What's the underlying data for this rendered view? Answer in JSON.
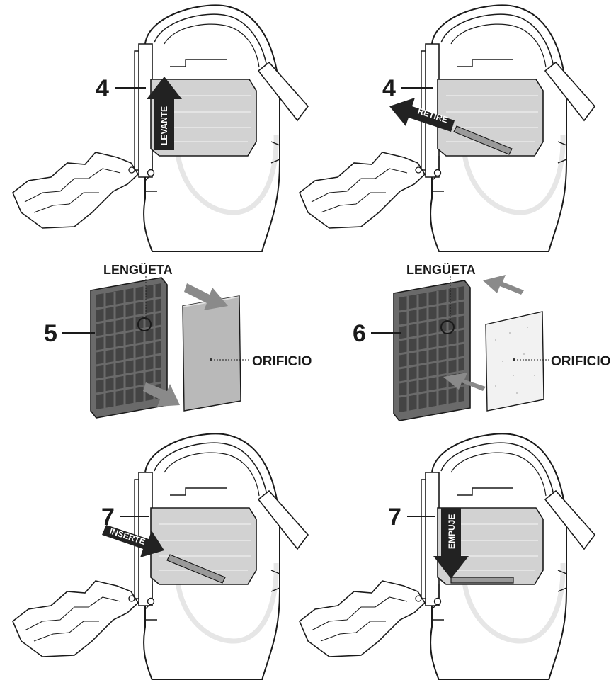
{
  "panels": [
    {
      "step": "4",
      "action": "LEVANTE",
      "arrow": "up"
    },
    {
      "step": "4",
      "action": "RETIRE",
      "arrow": "out"
    },
    {
      "step": "7",
      "action": "INSERTE",
      "arrow": "in"
    },
    {
      "step": "7",
      "action": "EMPUJE",
      "arrow": "down"
    }
  ],
  "filters": [
    {
      "step": "5",
      "tab_label": "LENGÜETA",
      "hole_label": "ORIFICIO"
    },
    {
      "step": "6",
      "tab_label": "LENGÜETA",
      "hole_label": "ORIFICIO"
    }
  ],
  "colors": {
    "line": "#1a1a1a",
    "arrow": "#222222",
    "gray_arrow": "#8a8a8a",
    "filter_fill": "#d8d8d8",
    "grid": "#555555",
    "pad": "#c8c8c8",
    "track": "#e6e6e6"
  }
}
